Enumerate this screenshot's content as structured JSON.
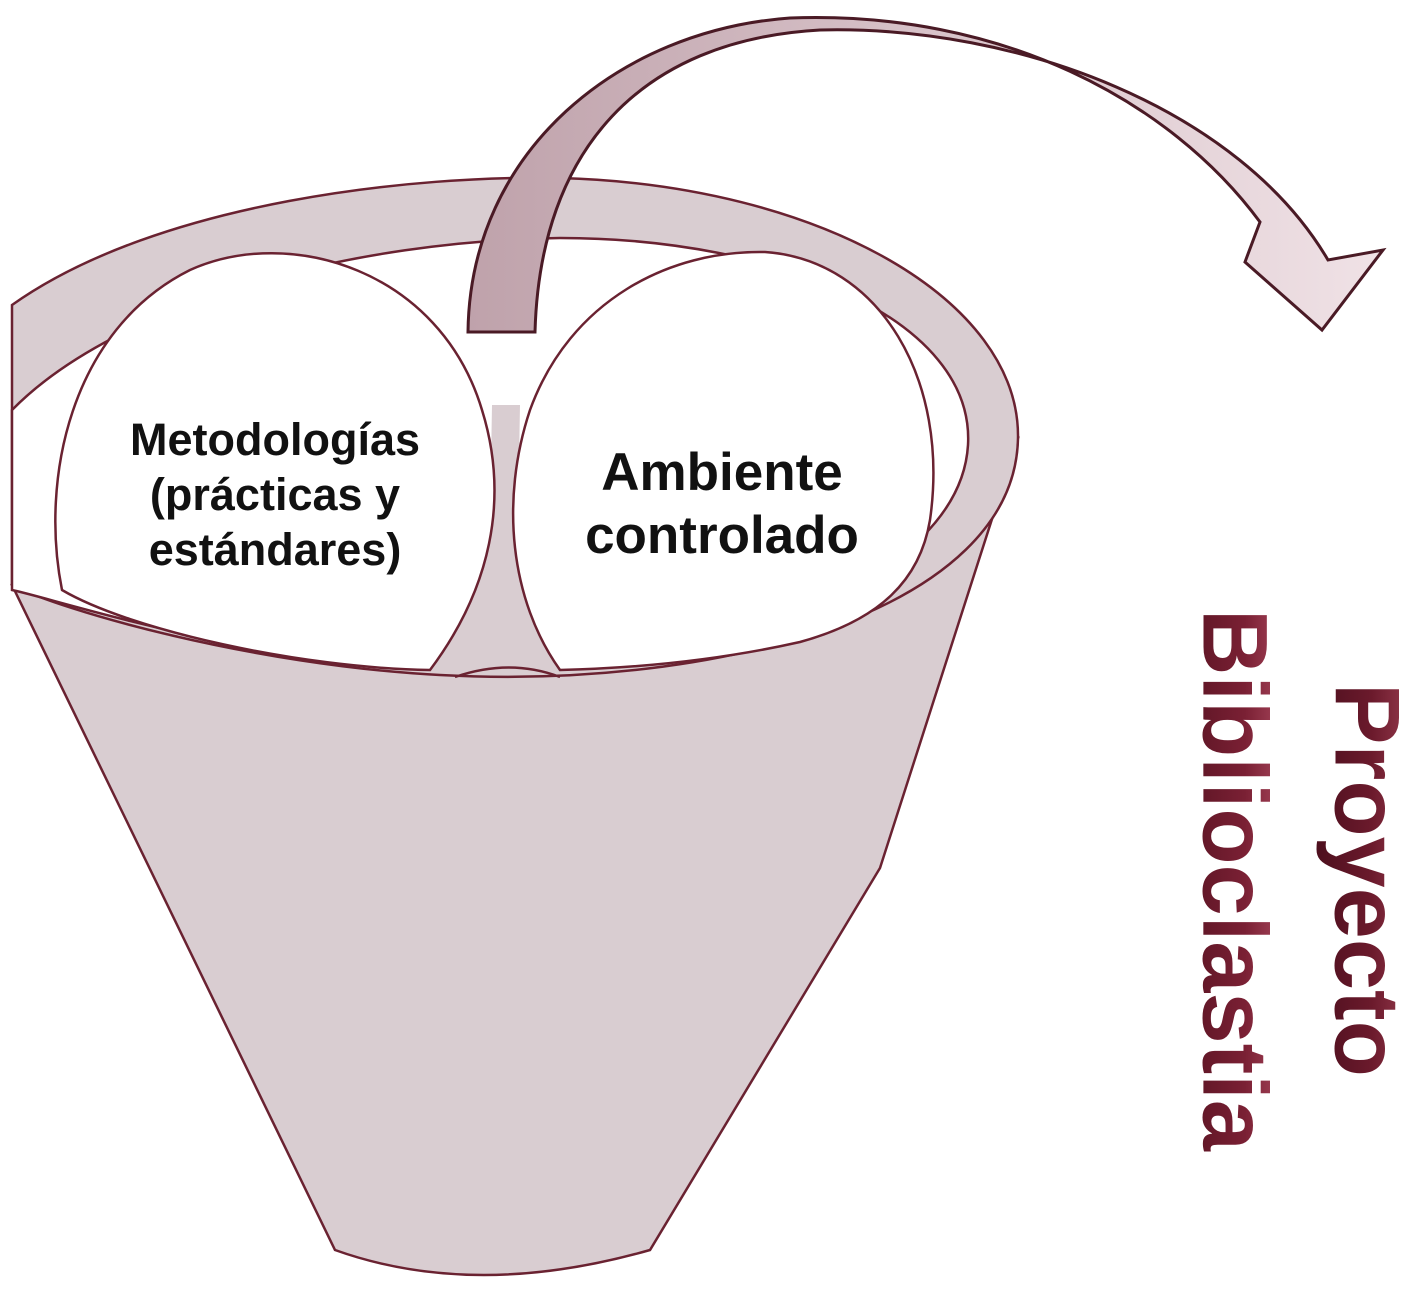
{
  "diagram": {
    "left_circle": {
      "lines": [
        "Metodologías",
        "(prácticas y",
        "estándares)"
      ]
    },
    "right_circle": {
      "lines": [
        "Ambiente",
        "controlado"
      ]
    },
    "output": {
      "line1": "Proyecto",
      "line2": "Biblioclastia"
    }
  },
  "colors": {
    "funnel_fill": "#d9cdd1",
    "outline": "#6a2231",
    "arrow_fill": "#c5aab2",
    "arrow_head_fill": "#eddde1",
    "text_dark": "#111111",
    "title_dark": "#6b1a2c",
    "title_light": "#b05568"
  }
}
